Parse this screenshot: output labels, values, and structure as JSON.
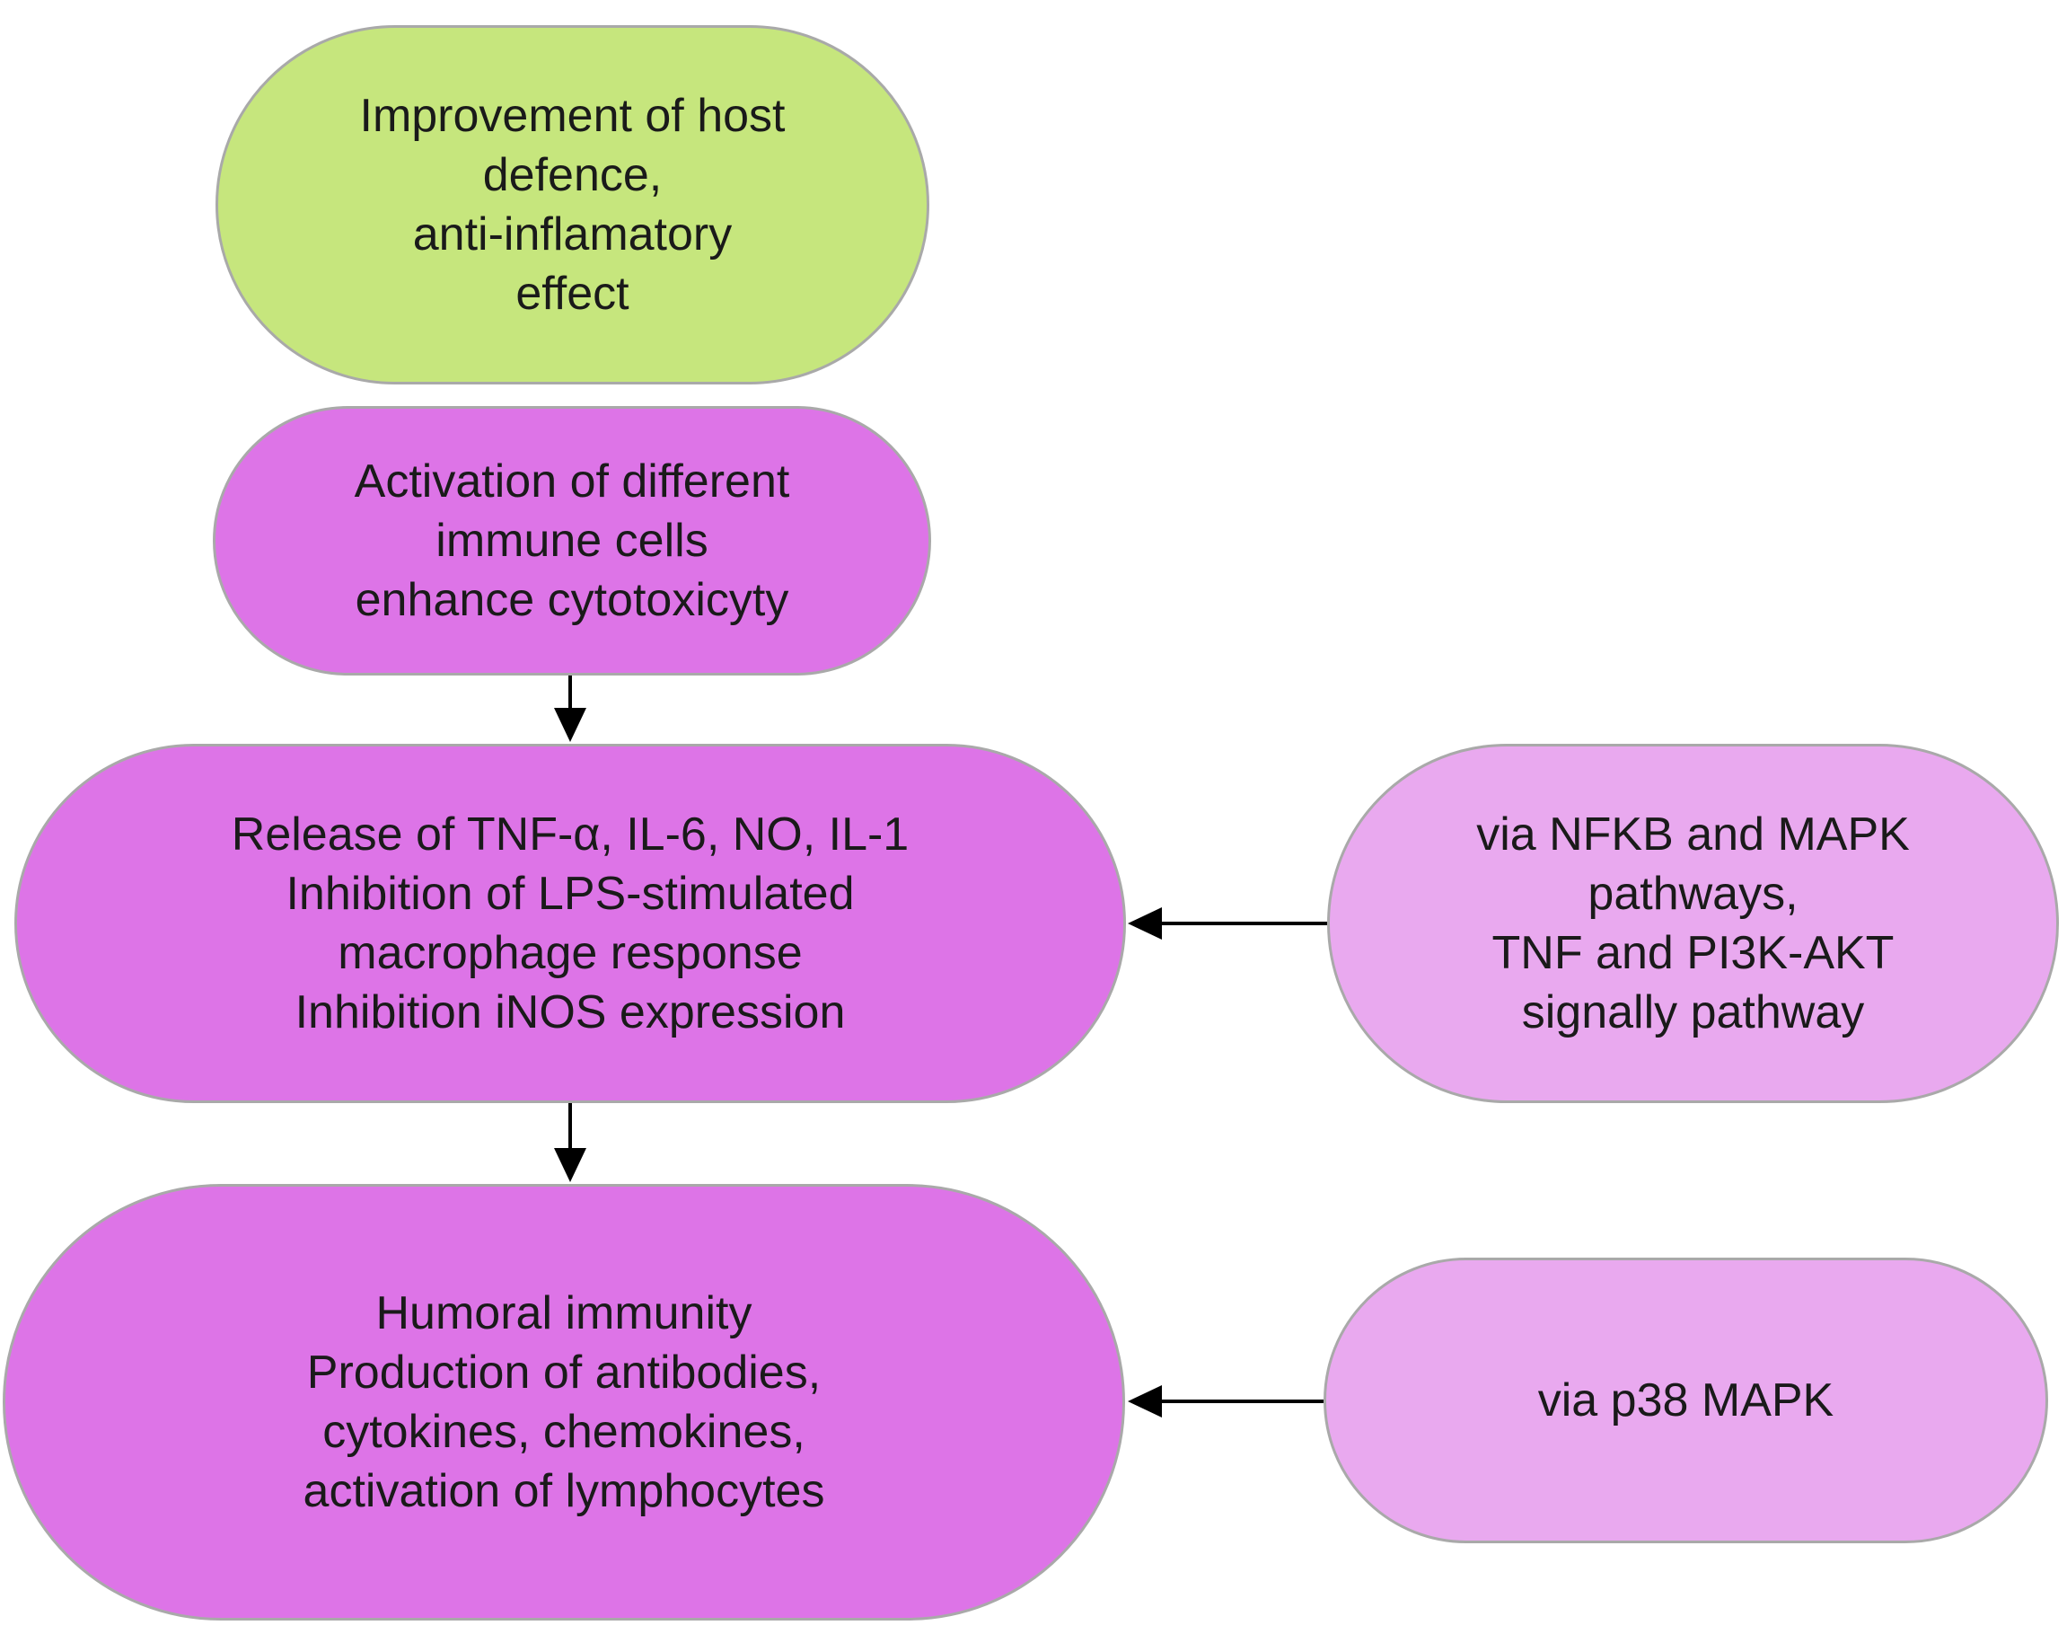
{
  "colors": {
    "outcome_fill": "#c6e67d",
    "effect_fill": "#dd74e7",
    "pathway_fill": "#e9a9ef",
    "border": "#a9a9a9",
    "arrow": "#000000",
    "text": "#1a1a1a"
  },
  "nodes": {
    "host_defence": {
      "lines": [
        "Improvement of host",
        "defence,",
        "anti-inflamatory",
        "effect"
      ]
    },
    "immune_activation": {
      "lines": [
        "Activation of different",
        "immune cells",
        "enhance cytotoxicyty"
      ]
    },
    "cytokine_release": {
      "lines": [
        "Release of TNF-α, IL-6, NO, IL-1",
        "Inhibition of LPS-stimulated",
        "macrophage response",
        "Inhibition iNOS expression"
      ]
    },
    "humoral_immunity": {
      "lines": [
        "Humoral immunity",
        "Production of antibodies,",
        "cytokines, chemokines,",
        "activation of lymphocytes"
      ]
    },
    "nfkb_pathways": {
      "lines": [
        "via NFKB and MAPK",
        "pathways,",
        "TNF and PI3K-AKT",
        "signally pathway"
      ]
    },
    "p38_mapk": {
      "lines": [
        "via p38 MAPK"
      ]
    }
  }
}
